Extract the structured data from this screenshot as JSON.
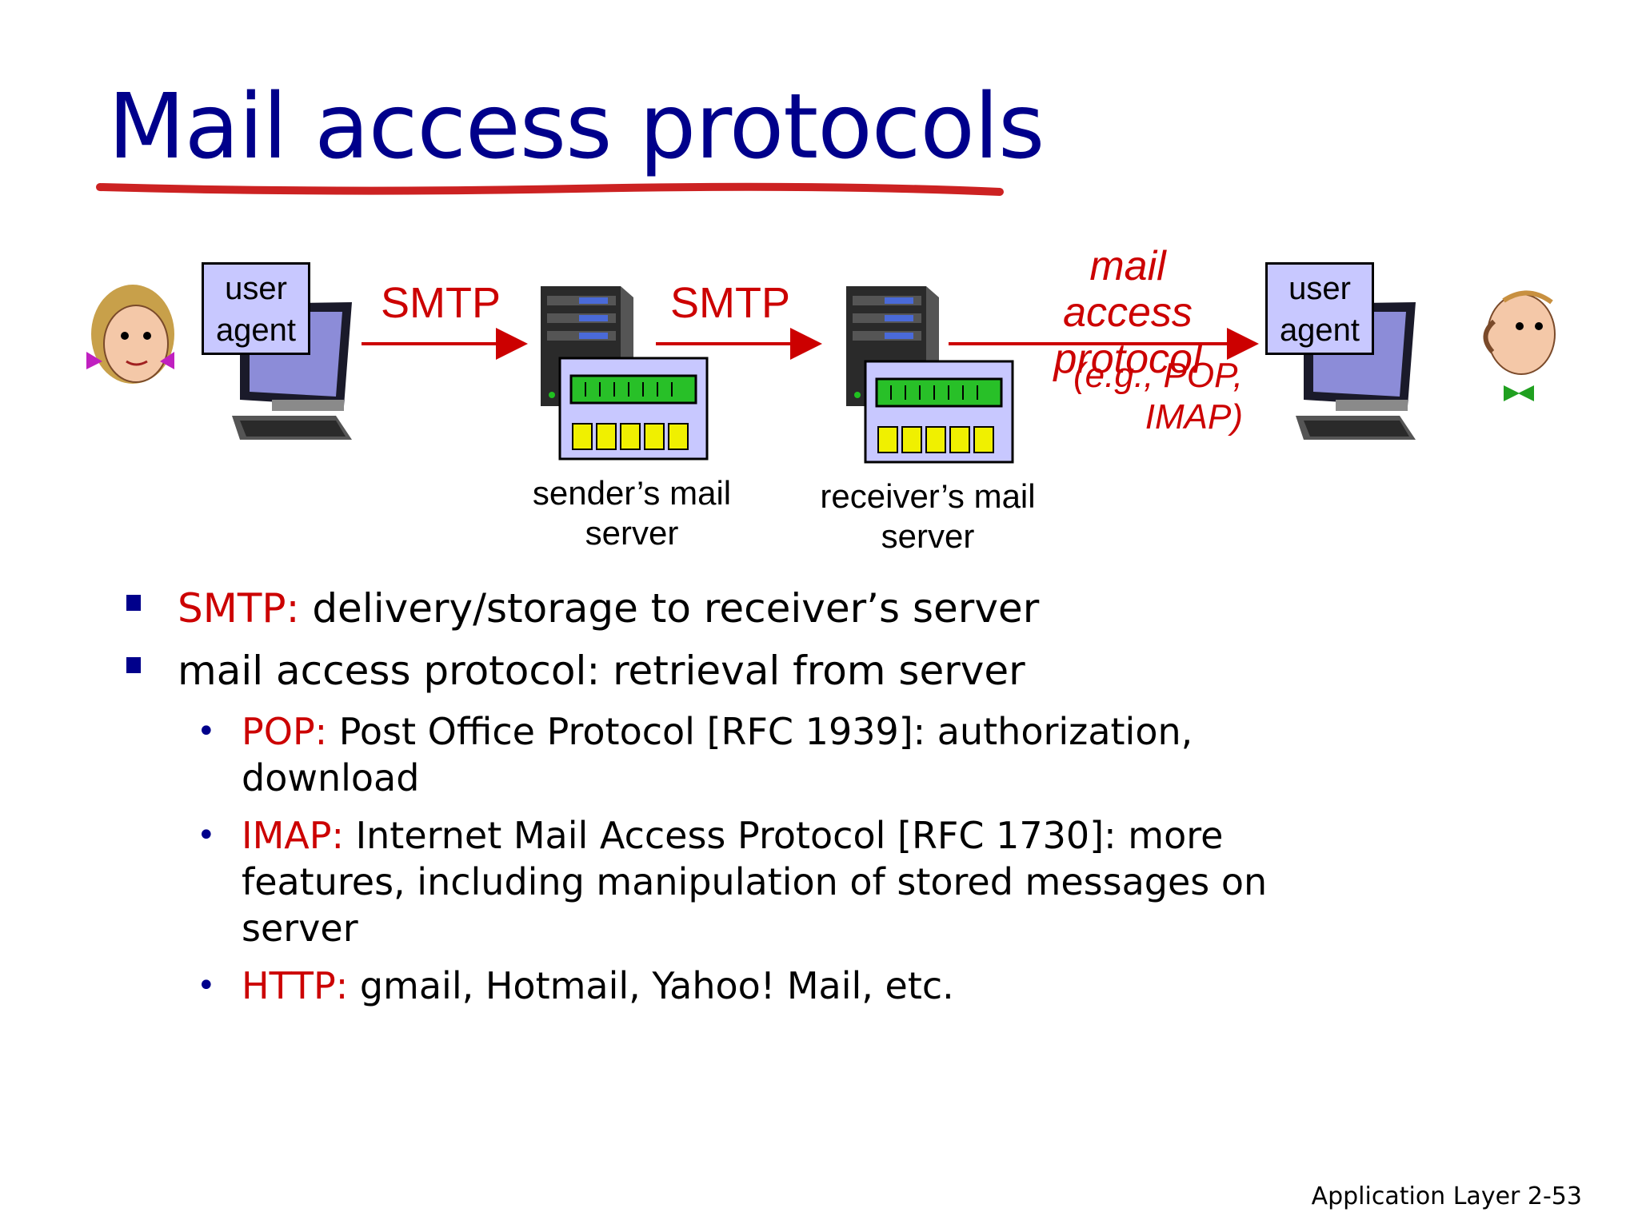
{
  "slide": {
    "title": "Mail access protocols",
    "footer": "Application Layer 2-53"
  },
  "diagram": {
    "left_user_agent": "user agent",
    "right_user_agent": "user agent",
    "smtp_left": "SMTP",
    "smtp_middle": "SMTP",
    "mail_access_protocol": "mail access protocol",
    "example_protocols_line1": "(e.g., POP,",
    "example_protocols_line2": "IMAP)",
    "sender_server_line1": "sender’s mail",
    "sender_server_line2": "server",
    "receiver_server_line1": "receiver’s mail",
    "receiver_server_line2": "server"
  },
  "bullets": [
    {
      "term": "SMTP:",
      "text": " delivery/storage to receiver’s server"
    },
    {
      "term": "",
      "text": "mail access protocol: retrieval from server",
      "sub": [
        {
          "term": "POP:",
          "text": " Post Office Protocol [RFC 1939]: authorization, download"
        },
        {
          "term": "IMAP:",
          "text": " Internet Mail Access Protocol [RFC 1730]: more features, including manipulation of stored messages on server"
        },
        {
          "term": "HTTP:",
          "text": " gmail, Hotmail, Yahoo! Mail, etc."
        }
      ]
    }
  ],
  "colors": {
    "title": "#00008b",
    "accent_red": "#cc0000",
    "box_fill": "#c8c8ff"
  },
  "icons": [
    "woman-avatar-icon",
    "man-avatar-icon",
    "computer-icon",
    "server-rack-icon",
    "mailbox-icon",
    "arrow-icon"
  ]
}
